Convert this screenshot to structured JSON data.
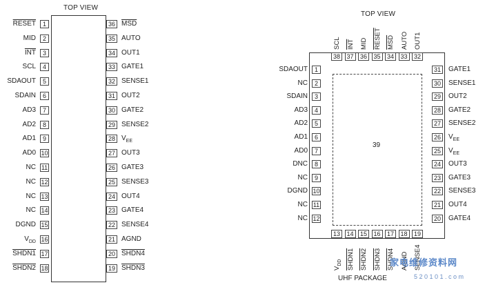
{
  "left": {
    "title": "TOP VIEW",
    "left_pins": [
      {
        "num": "1",
        "name": "RESET",
        "bar": true
      },
      {
        "num": "2",
        "name": "MID"
      },
      {
        "num": "3",
        "name": "INT",
        "bar": true
      },
      {
        "num": "4",
        "name": "SCL"
      },
      {
        "num": "5",
        "name": "SDAOUT"
      },
      {
        "num": "6",
        "name": "SDAIN"
      },
      {
        "num": "7",
        "name": "AD3"
      },
      {
        "num": "8",
        "name": "AD2"
      },
      {
        "num": "9",
        "name": "AD1"
      },
      {
        "num": "10",
        "name": "AD0"
      },
      {
        "num": "11",
        "name": "NC"
      },
      {
        "num": "12",
        "name": "NC"
      },
      {
        "num": "13",
        "name": "NC"
      },
      {
        "num": "14",
        "name": "NC"
      },
      {
        "num": "15",
        "name": "DGND"
      },
      {
        "num": "16",
        "name": "VDD"
      },
      {
        "num": "17",
        "name": "SHDN1",
        "bar": true
      },
      {
        "num": "18",
        "name": "SHDN2",
        "bar": true
      }
    ],
    "right_pins": [
      {
        "num": "36",
        "name": "MSD",
        "bar": true
      },
      {
        "num": "35",
        "name": "AUTO"
      },
      {
        "num": "34",
        "name": "OUT1"
      },
      {
        "num": "33",
        "name": "GATE1"
      },
      {
        "num": "32",
        "name": "SENSE1"
      },
      {
        "num": "31",
        "name": "OUT2"
      },
      {
        "num": "30",
        "name": "GATE2"
      },
      {
        "num": "29",
        "name": "SENSE2"
      },
      {
        "num": "28",
        "name": "VEE"
      },
      {
        "num": "27",
        "name": "OUT3"
      },
      {
        "num": "26",
        "name": "GATE3"
      },
      {
        "num": "25",
        "name": "SENSE3"
      },
      {
        "num": "24",
        "name": "OUT4"
      },
      {
        "num": "23",
        "name": "GATE4"
      },
      {
        "num": "22",
        "name": "SENSE4"
      },
      {
        "num": "21",
        "name": "AGND"
      },
      {
        "num": "20",
        "name": "SHDN4",
        "bar": true
      },
      {
        "num": "19",
        "name": "SHDN3",
        "bar": true
      }
    ]
  },
  "right": {
    "title": "TOP VIEW",
    "package_label": "UHF PACKAGE",
    "exposed_pad": "39",
    "top_pins": [
      {
        "num": "38",
        "name": "SCL"
      },
      {
        "num": "37",
        "name": "INT",
        "bar": true
      },
      {
        "num": "36",
        "name": "MID"
      },
      {
        "num": "35",
        "name": "RESET",
        "bar": true
      },
      {
        "num": "34",
        "name": "MSD",
        "bar": true
      },
      {
        "num": "33",
        "name": "AUTO"
      },
      {
        "num": "32",
        "name": "OUT1"
      }
    ],
    "left_pins": [
      {
        "num": "1",
        "name": "SDAOUT"
      },
      {
        "num": "2",
        "name": "NC"
      },
      {
        "num": "3",
        "name": "SDAIN"
      },
      {
        "num": "4",
        "name": "AD3"
      },
      {
        "num": "5",
        "name": "AD2"
      },
      {
        "num": "6",
        "name": "AD1"
      },
      {
        "num": "7",
        "name": "AD0"
      },
      {
        "num": "8",
        "name": "DNC"
      },
      {
        "num": "9",
        "name": "NC"
      },
      {
        "num": "10",
        "name": "DGND"
      },
      {
        "num": "11",
        "name": "NC"
      },
      {
        "num": "12",
        "name": "NC"
      }
    ],
    "right_pins": [
      {
        "num": "31",
        "name": "GATE1"
      },
      {
        "num": "30",
        "name": "SENSE1"
      },
      {
        "num": "29",
        "name": "OUT2"
      },
      {
        "num": "28",
        "name": "GATE2"
      },
      {
        "num": "27",
        "name": "SENSE2"
      },
      {
        "num": "26",
        "name": "VEE"
      },
      {
        "num": "25",
        "name": "VEE"
      },
      {
        "num": "24",
        "name": "OUT3"
      },
      {
        "num": "23",
        "name": "GATE3"
      },
      {
        "num": "22",
        "name": "SENSE3"
      },
      {
        "num": "21",
        "name": "OUT4"
      },
      {
        "num": "20",
        "name": "GATE4"
      }
    ],
    "bottom_pins": [
      {
        "num": "13",
        "name": "VDD"
      },
      {
        "num": "14",
        "name": "SHDN1",
        "bar": true
      },
      {
        "num": "15",
        "name": "SHDN2",
        "bar": true
      },
      {
        "num": "16",
        "name": "SHDN3",
        "bar": true
      },
      {
        "num": "17",
        "name": "SHDN4",
        "bar": true
      },
      {
        "num": "18",
        "name": "AGND"
      },
      {
        "num": "19",
        "name": "SENSE4"
      }
    ]
  },
  "watermark": {
    "text": "家电维修资料网",
    "url": "5 2 0 1 0 1 . c o m"
  }
}
